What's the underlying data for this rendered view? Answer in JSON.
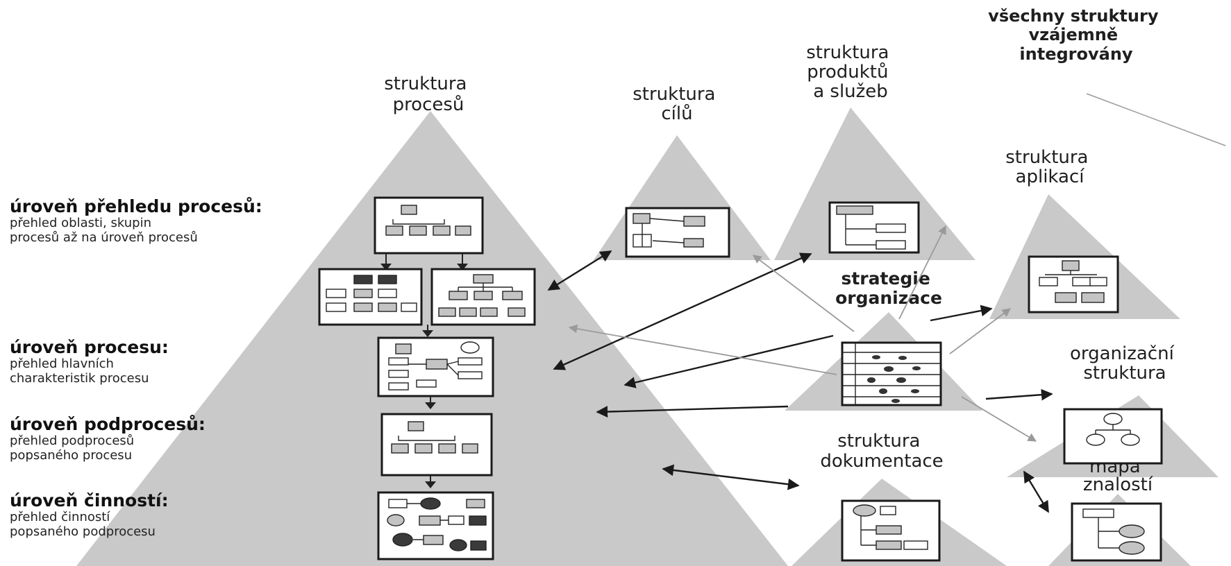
{
  "pyramids": {
    "processes": [
      "struktura",
      "procesů"
    ],
    "goals": [
      "struktura",
      "cílů"
    ],
    "products": [
      "struktura",
      "produktů",
      "a služeb"
    ],
    "applications": [
      "struktura",
      "aplikací"
    ],
    "strategy": [
      "strategie",
      "organizace"
    ],
    "organization": [
      "organizační",
      "struktura"
    ],
    "documentation": [
      "struktura",
      "dokumentace"
    ],
    "knowledge": [
      "mapa",
      "znalostí"
    ]
  },
  "integration_note": [
    "všechny struktury",
    "vzájemně",
    "integrovány"
  ],
  "levels": [
    {
      "title": "úroveň přehledu procesů:",
      "desc": [
        "přehled oblasti, skupin",
        "procesů až na úroveň procesů"
      ]
    },
    {
      "title": "úroveň procesu:",
      "desc": [
        "přehled hlavních",
        "charakteristik procesu"
      ]
    },
    {
      "title": "úroveň podprocesů:",
      "desc": [
        "přehled podprocesů",
        "popsaného procesu"
      ]
    },
    {
      "title": "úroveň činností:",
      "desc": [
        "přehled činností",
        "popsaného podprocesu"
      ]
    }
  ],
  "colors": {
    "pyramid": "#c9c9c9",
    "frame": "#1a1a1a",
    "arrow": "#1a1a1a",
    "arrow_light": "#9a9a9a"
  }
}
